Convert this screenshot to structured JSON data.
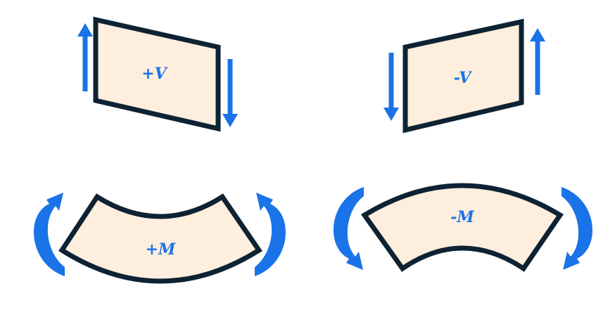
{
  "diagram": {
    "colors": {
      "fill": "#fdeedd",
      "outline": "#0d2233",
      "arrow": "#1a73e8",
      "label": "#1a73e8"
    },
    "panels": {
      "positive_shear": {
        "label": "+V",
        "icon": "shear-arrows-icon"
      },
      "negative_shear": {
        "label": "-V",
        "icon": "shear-arrows-icon"
      },
      "positive_moment": {
        "label": "+M",
        "icon": "moment-arrows-icon"
      },
      "negative_moment": {
        "label": "-M",
        "icon": "moment-arrows-icon"
      }
    }
  }
}
